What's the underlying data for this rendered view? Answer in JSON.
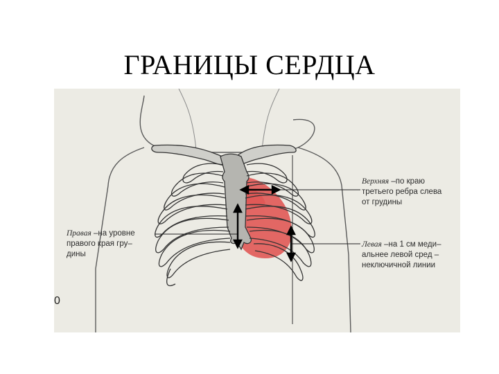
{
  "title": "ГРАНИЦЫ СЕРДЦА",
  "labels": {
    "upper": {
      "term": "Верхняя",
      "line1_rest": " –по  краю",
      "line2": "третьего ребра слева",
      "line3": "от грудины"
    },
    "left": {
      "term": "Левая",
      "line1_rest": " –на 1 см меди–",
      "line2": "альнее левой сред –",
      "line3": "неключичной линии"
    },
    "right": {
      "term": "Правая",
      "line1_rest": " –на уровне",
      "line2": "правого края гру–",
      "line3": "дины"
    }
  },
  "corner_mark": "0",
  "colors": {
    "heart": "#e0504e",
    "bone": "#c9c9c4",
    "outline": "#4a4a4a",
    "background": "#ecebe4",
    "arrow": "#000000"
  }
}
